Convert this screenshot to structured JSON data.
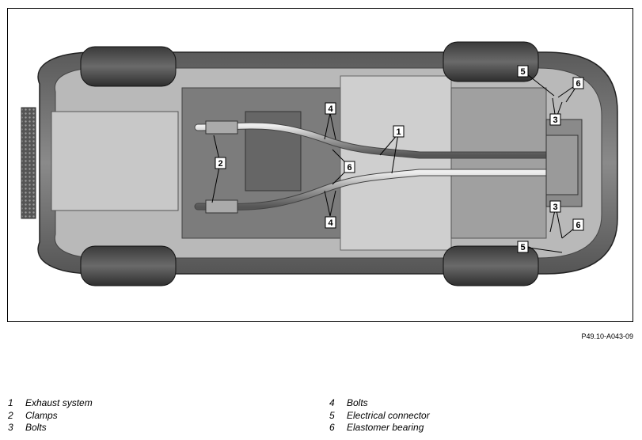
{
  "figure": {
    "code": "P49.10-A043-09",
    "callouts": [
      {
        "id": "c1",
        "label": "1"
      },
      {
        "id": "c2",
        "label": "2"
      },
      {
        "id": "c3a",
        "label": "3"
      },
      {
        "id": "c3b",
        "label": "3"
      },
      {
        "id": "c4a",
        "label": "4"
      },
      {
        "id": "c4b",
        "label": "4"
      },
      {
        "id": "c5a",
        "label": "5"
      },
      {
        "id": "c5b",
        "label": "5"
      },
      {
        "id": "c6a",
        "label": "6"
      },
      {
        "id": "c6b",
        "label": "6"
      },
      {
        "id": "c6c",
        "label": "6"
      }
    ]
  },
  "legend": {
    "left": [
      {
        "num": "1",
        "text": "Exhaust system"
      },
      {
        "num": "2",
        "text": "Clamps"
      },
      {
        "num": "3",
        "text": "Bolts"
      }
    ],
    "right": [
      {
        "num": "4",
        "text": "Bolts"
      },
      {
        "num": "5",
        "text": "Electrical connector"
      },
      {
        "num": "6",
        "text": "Elastomer bearing"
      }
    ]
  }
}
